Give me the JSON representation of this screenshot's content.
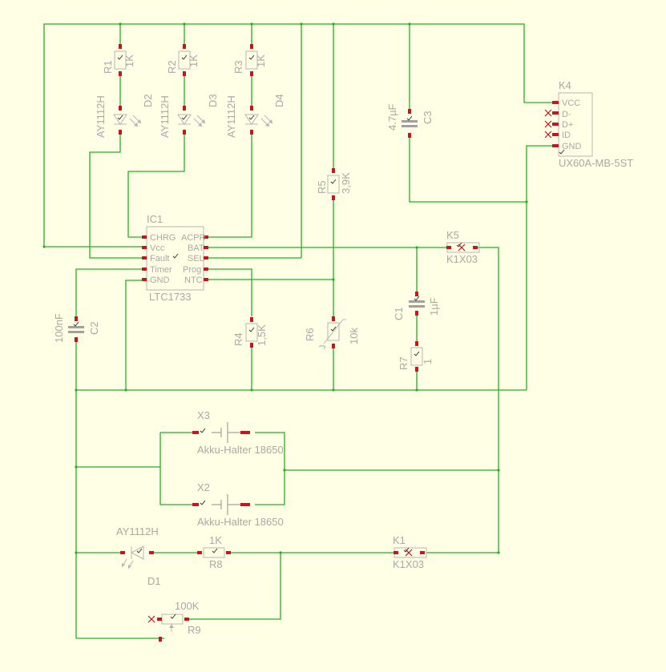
{
  "colors": {
    "background": "#FFFFE6",
    "wire": "#22B022",
    "pad": "#C8141E",
    "text": "#A8A8A8",
    "outline": "#B4B4B4"
  },
  "components": {
    "R1": {
      "ref": "R1",
      "value": "1K"
    },
    "R2": {
      "ref": "R2",
      "value": "1K"
    },
    "R3": {
      "ref": "R3",
      "value": "1K"
    },
    "D2": {
      "ref": "D2",
      "value": "AY1112H"
    },
    "D3": {
      "ref": "D3",
      "value": "AY1112H"
    },
    "D4": {
      "ref": "D4",
      "value": "AY1112H"
    },
    "C3": {
      "ref": "C3",
      "value": "4.7µF"
    },
    "K4": {
      "ref": "K4",
      "value": "UX60A-MB-5ST",
      "pins": [
        "VCC",
        "D-",
        "D+",
        "ID",
        "GND"
      ]
    },
    "R5": {
      "ref": "R5",
      "value": "3,9K"
    },
    "IC1": {
      "ref": "IC1",
      "value": "LTC1733",
      "pins_left": [
        "CHRG",
        "Vcc",
        "Fault",
        "Timer",
        "GND"
      ],
      "pins_right": [
        "ACPR",
        "BAT",
        "SEL",
        "Prog",
        "NTC"
      ]
    },
    "K5": {
      "ref": "K5",
      "value": "K1X03"
    },
    "C2": {
      "ref": "C2",
      "value": "100nF"
    },
    "C1": {
      "ref": "C1",
      "value": "1µF"
    },
    "R4": {
      "ref": "R4",
      "value": "1,5K"
    },
    "R6": {
      "ref": "R6",
      "value": "10k",
      "marker": "J"
    },
    "R7": {
      "ref": "R7",
      "value": "1"
    },
    "X3": {
      "ref": "X3",
      "value": "Akku-Halter 18650"
    },
    "X2": {
      "ref": "X2",
      "value": "Akku-Halter 18650"
    },
    "D1": {
      "ref": "D1",
      "value": "AY1112H"
    },
    "R8": {
      "ref": "R8",
      "value": "1K"
    },
    "K1": {
      "ref": "K1",
      "value": "K1X03"
    },
    "R9": {
      "ref": "R9",
      "value": "100K"
    }
  }
}
